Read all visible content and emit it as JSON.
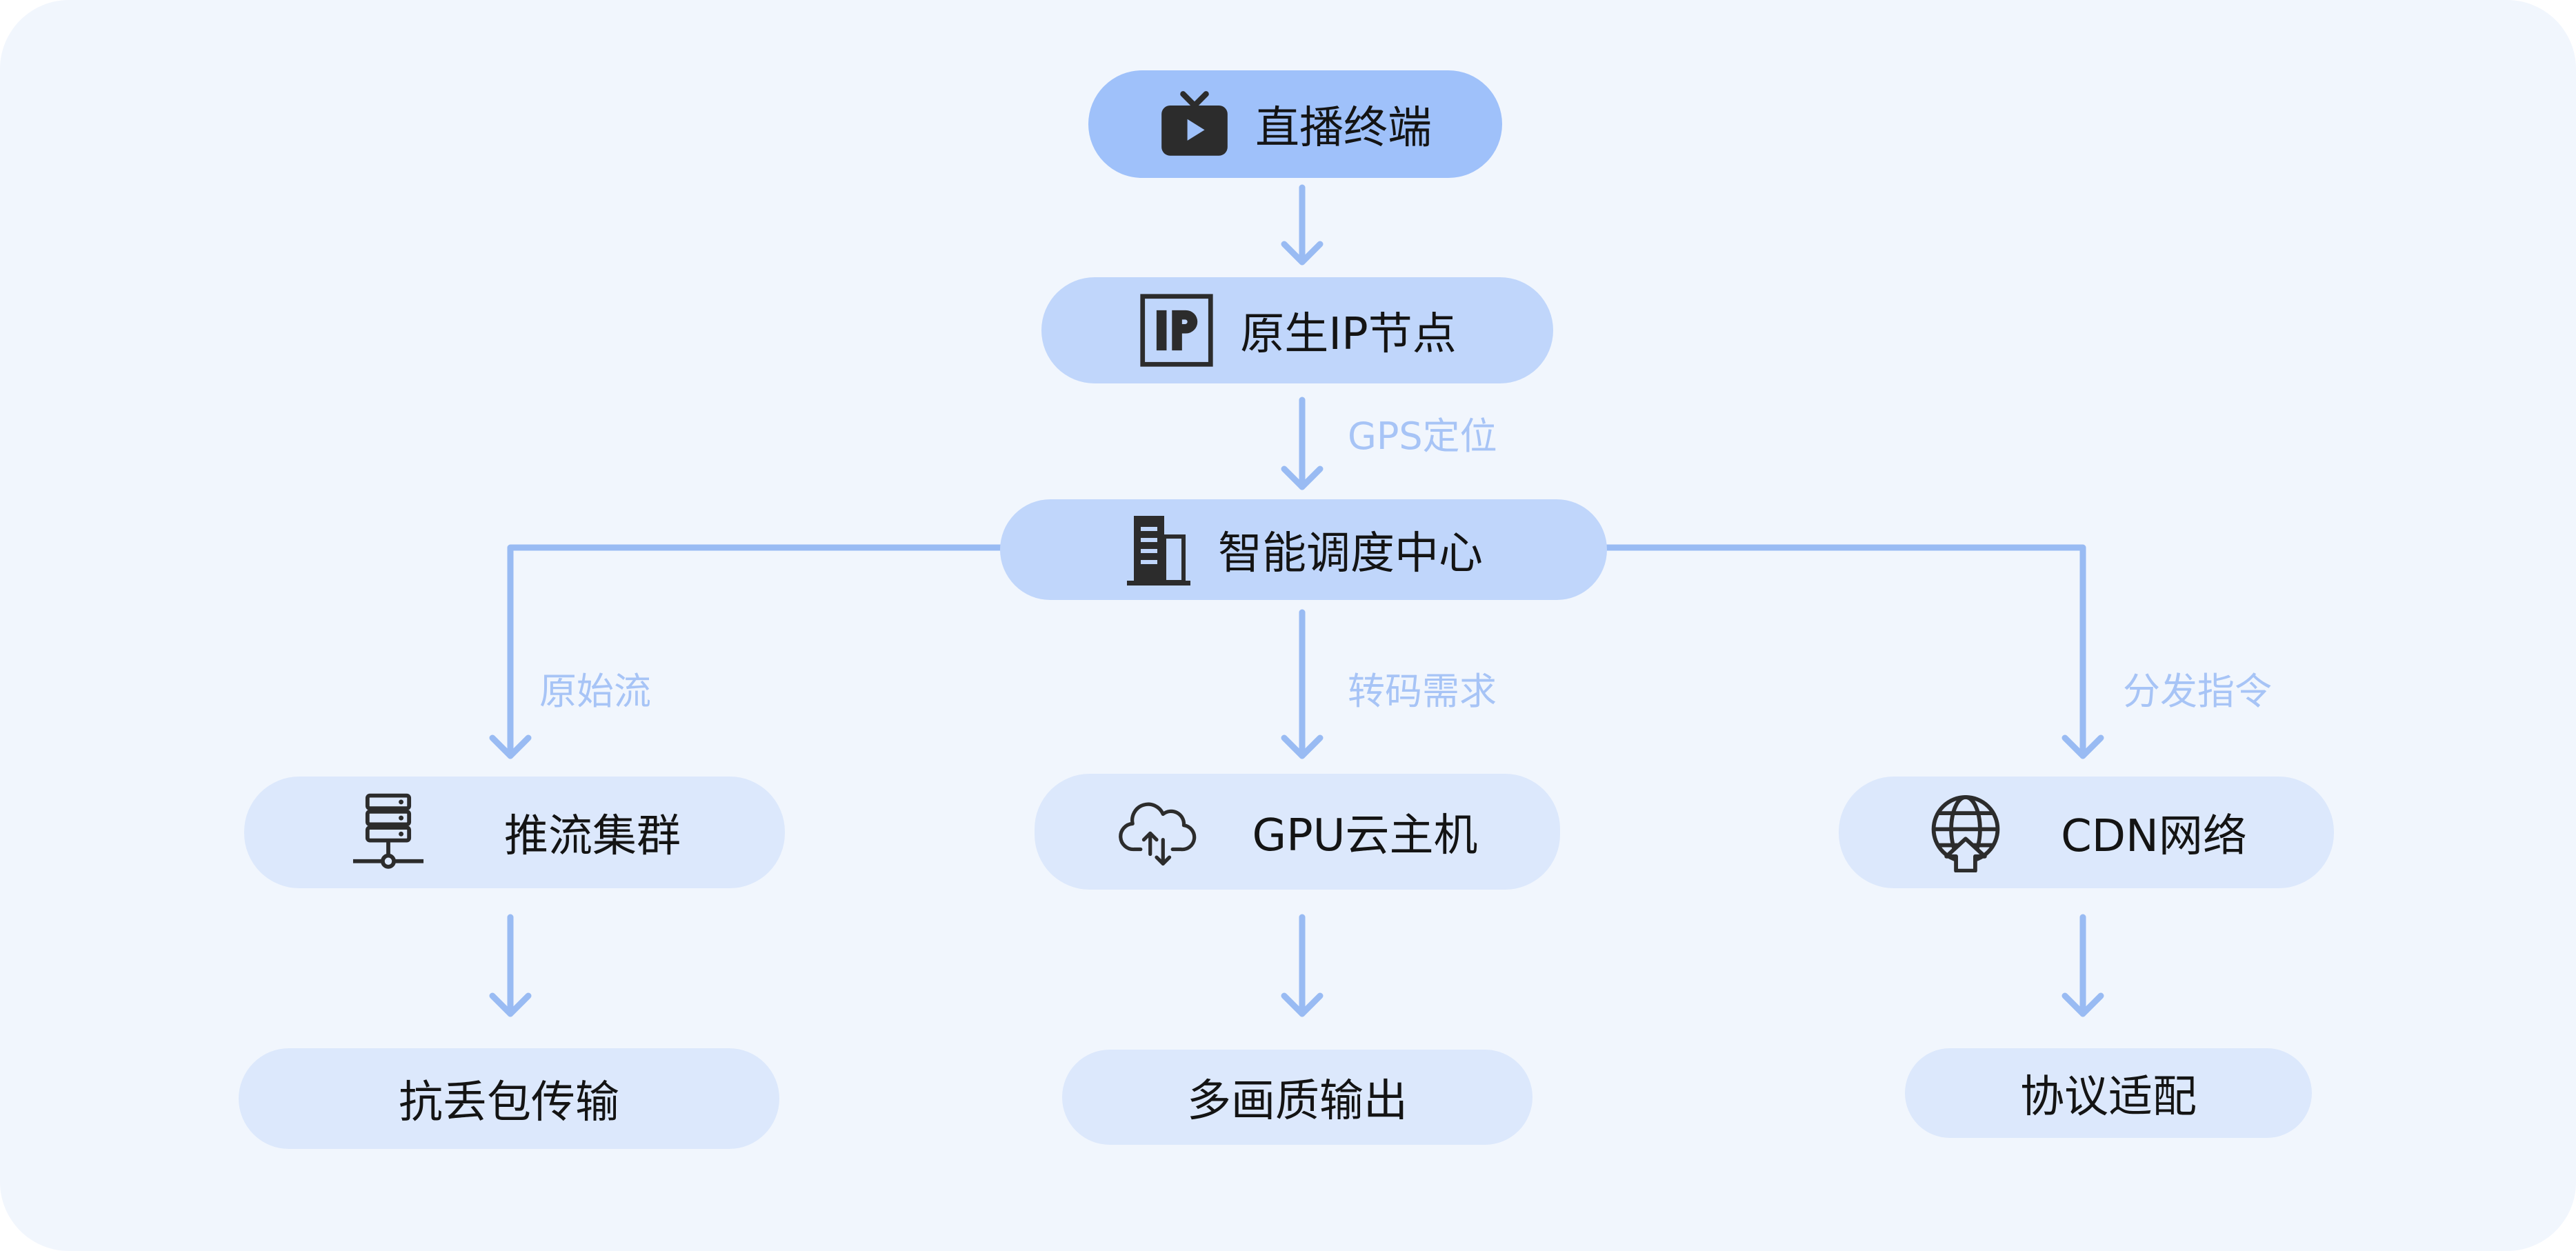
{
  "diagram": {
    "nodes": {
      "terminal": {
        "label": "直播终端",
        "icon": "tv-play-icon"
      },
      "ip_node": {
        "label": "原生IP节点",
        "icon": "ip-square-icon"
      },
      "scheduler": {
        "label": "智能调度中心",
        "icon": "office-building-icon"
      },
      "push_cluster": {
        "label": "推流集群",
        "icon": "server-stack-icon"
      },
      "gpu_host": {
        "label": "GPU云主机",
        "icon": "cloud-sync-icon"
      },
      "cdn": {
        "label": "CDN网络",
        "icon": "globe-upload-icon"
      },
      "anti_loss": {
        "label": "抗丢包传输"
      },
      "multi_quality": {
        "label": "多画质输出"
      },
      "protocol": {
        "label": "协议适配"
      }
    },
    "edge_labels": {
      "gps": "GPS定位",
      "raw_stream": "原始流",
      "transcode": "转码需求",
      "dispatch": "分发指令"
    }
  },
  "colors": {
    "background": "#f1f6fd",
    "node_dark": "#9fc1fa",
    "node_mid": "#c0d6fb",
    "node_light": "#dce8fc",
    "arrow": "#99bbf3",
    "edge_text": "#a7c4f6",
    "icon": "#2c2c2c"
  }
}
